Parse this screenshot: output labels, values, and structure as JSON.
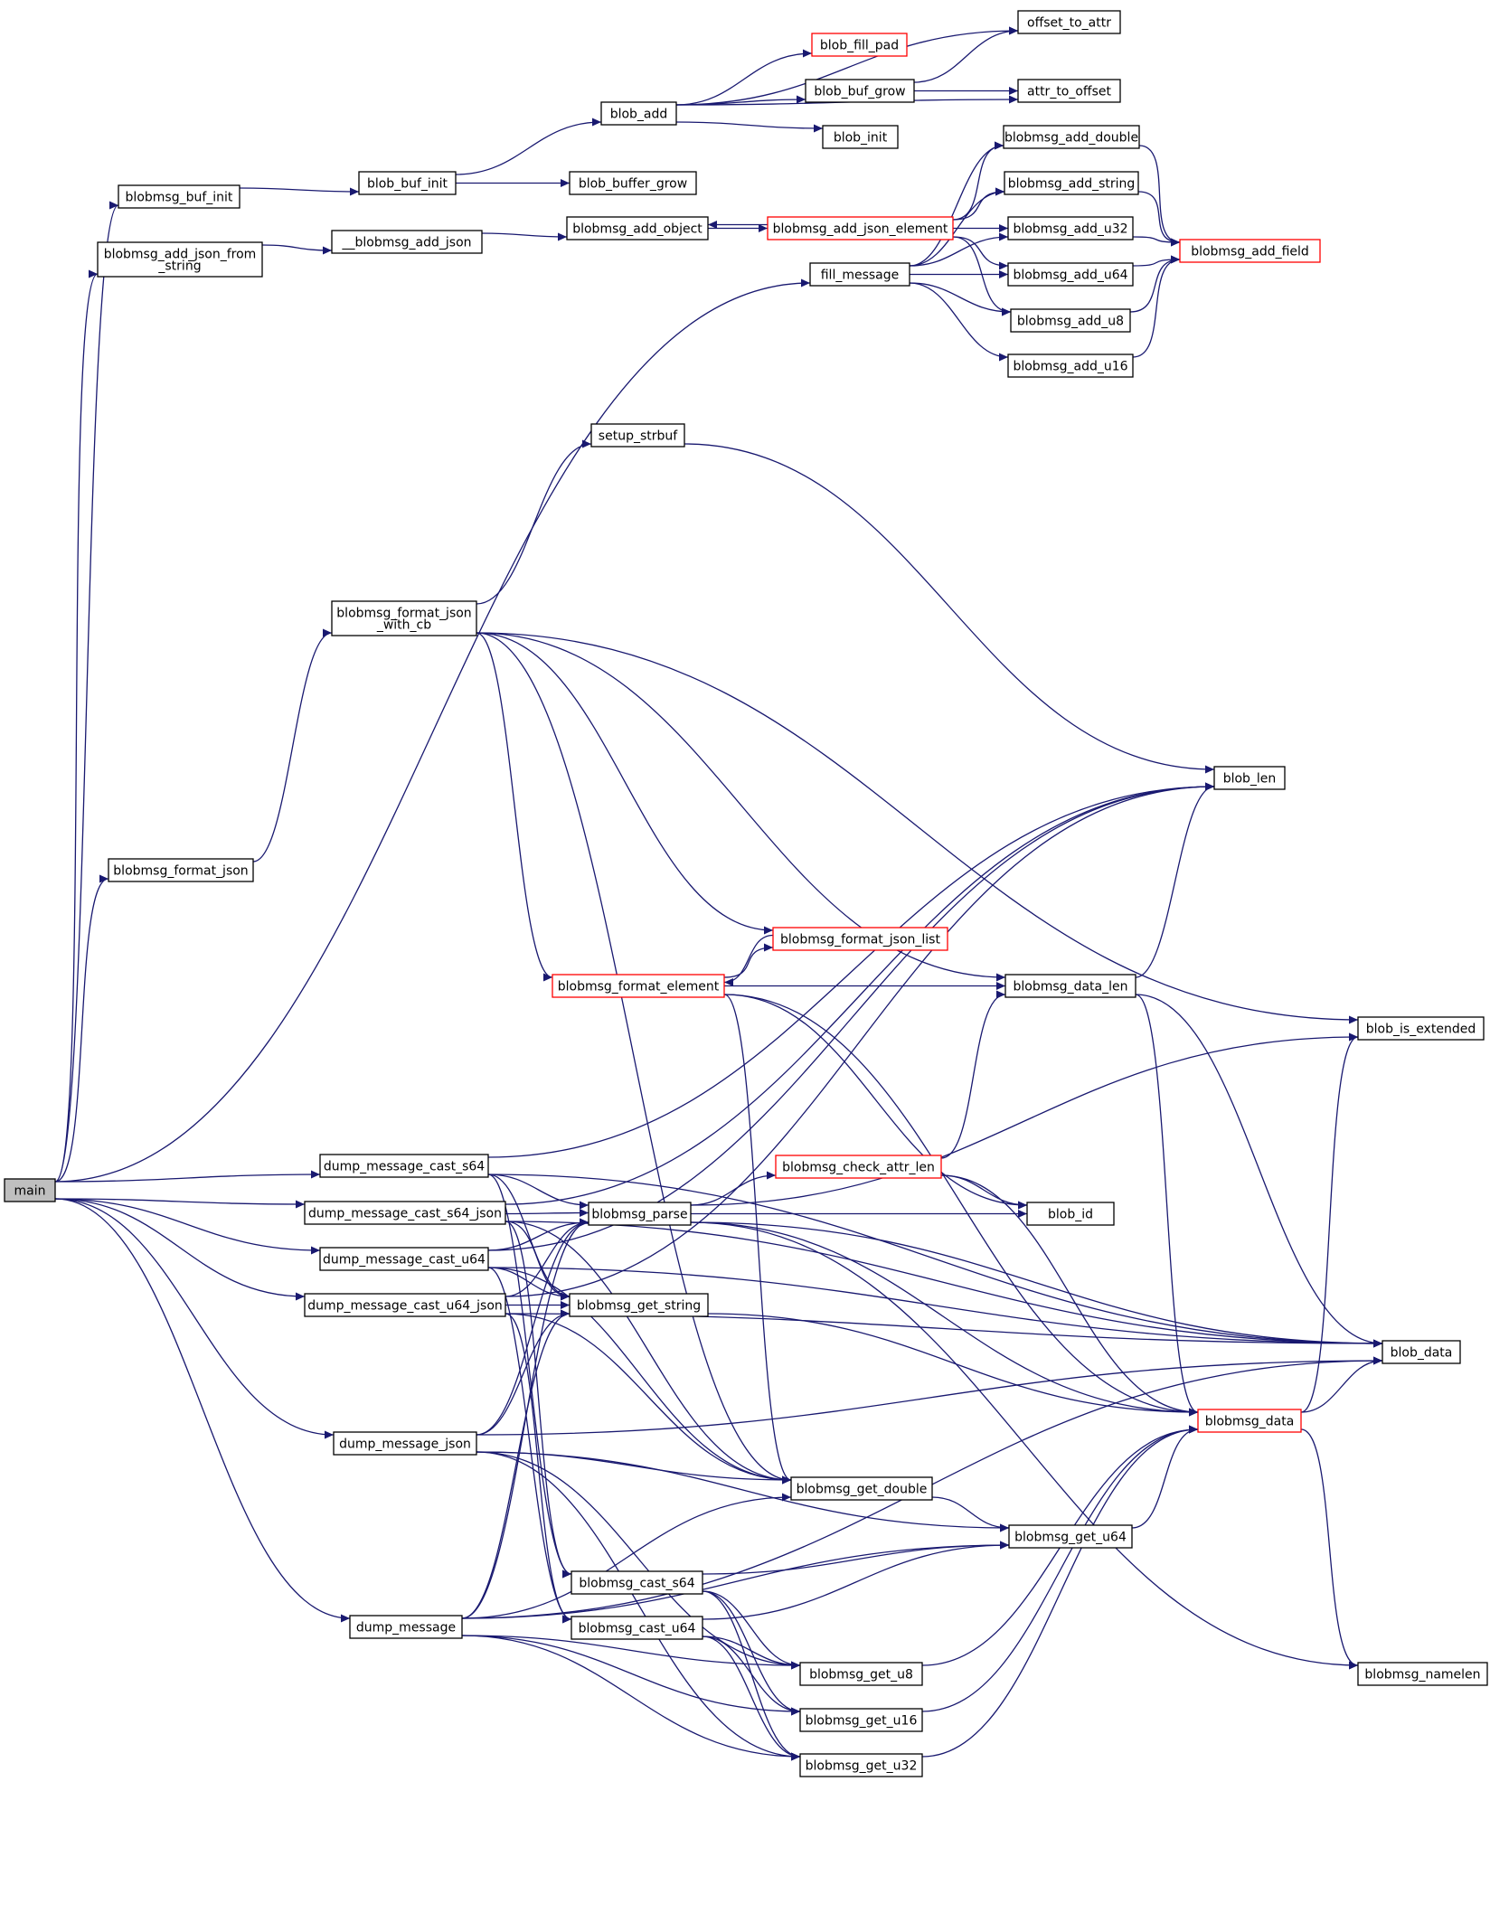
{
  "diagram": {
    "type": "call-graph",
    "edge_color": "#191970",
    "highlight_node_fill": "#bfbfbf",
    "truncated_node_border": "#ff0000",
    "nodes": [
      {
        "id": "main",
        "lines": [
          "main"
        ],
        "style": "root"
      },
      {
        "id": "blobmsg_buf_init",
        "lines": [
          "blobmsg_buf_init"
        ]
      },
      {
        "id": "blobmsg_add_json_from_string",
        "lines": [
          "blobmsg_add_json_from",
          "_string"
        ]
      },
      {
        "id": "blobmsg_format_json",
        "lines": [
          "blobmsg_format_json"
        ]
      },
      {
        "id": "blobmsg_format_json_with_cb",
        "lines": [
          "blobmsg_format_json",
          "_with_cb"
        ]
      },
      {
        "id": "dump_message_cast_s64",
        "lines": [
          "dump_message_cast_s64"
        ]
      },
      {
        "id": "dump_message_cast_s64_json",
        "lines": [
          "dump_message_cast_s64_json"
        ]
      },
      {
        "id": "dump_message_cast_u64",
        "lines": [
          "dump_message_cast_u64"
        ]
      },
      {
        "id": "dump_message_cast_u64_json",
        "lines": [
          "dump_message_cast_u64_json"
        ]
      },
      {
        "id": "dump_message_json",
        "lines": [
          "dump_message_json"
        ]
      },
      {
        "id": "dump_message",
        "lines": [
          "dump_message"
        ]
      },
      {
        "id": "blob_buf_init",
        "lines": [
          "blob_buf_init"
        ]
      },
      {
        "id": "__blobmsg_add_json",
        "lines": [
          "__blobmsg_add_json"
        ]
      },
      {
        "id": "blob_add",
        "lines": [
          "blob_add"
        ]
      },
      {
        "id": "blob_buffer_grow",
        "lines": [
          "blob_buffer_grow"
        ]
      },
      {
        "id": "blobmsg_add_object",
        "lines": [
          "blobmsg_add_object"
        ]
      },
      {
        "id": "setup_strbuf",
        "lines": [
          "setup_strbuf"
        ]
      },
      {
        "id": "blobmsg_format_element",
        "lines": [
          "blobmsg_format_element"
        ],
        "style": "red"
      },
      {
        "id": "blobmsg_parse",
        "lines": [
          "blobmsg_parse"
        ]
      },
      {
        "id": "blobmsg_get_string",
        "lines": [
          "blobmsg_get_string"
        ]
      },
      {
        "id": "blobmsg_cast_s64",
        "lines": [
          "blobmsg_cast_s64"
        ]
      },
      {
        "id": "blobmsg_cast_u64",
        "lines": [
          "blobmsg_cast_u64"
        ]
      },
      {
        "id": "blob_fill_pad",
        "lines": [
          "blob_fill_pad"
        ],
        "style": "red"
      },
      {
        "id": "blob_buf_grow",
        "lines": [
          "blob_buf_grow"
        ]
      },
      {
        "id": "blob_init",
        "lines": [
          "blob_init"
        ]
      },
      {
        "id": "blobmsg_add_json_element",
        "lines": [
          "blobmsg_add_json_element"
        ],
        "style": "red"
      },
      {
        "id": "fill_message",
        "lines": [
          "fill_message"
        ]
      },
      {
        "id": "blobmsg_format_json_list",
        "lines": [
          "blobmsg_format_json_list"
        ],
        "style": "red"
      },
      {
        "id": "blobmsg_check_attr_len",
        "lines": [
          "blobmsg_check_attr_len"
        ],
        "style": "red"
      },
      {
        "id": "blobmsg_get_double",
        "lines": [
          "blobmsg_get_double"
        ]
      },
      {
        "id": "blobmsg_get_u8",
        "lines": [
          "blobmsg_get_u8"
        ]
      },
      {
        "id": "blobmsg_get_u16",
        "lines": [
          "blobmsg_get_u16"
        ]
      },
      {
        "id": "blobmsg_get_u32",
        "lines": [
          "blobmsg_get_u32"
        ]
      },
      {
        "id": "offset_to_attr",
        "lines": [
          "offset_to_attr"
        ]
      },
      {
        "id": "attr_to_offset",
        "lines": [
          "attr_to_offset"
        ]
      },
      {
        "id": "blobmsg_add_double",
        "lines": [
          "blobmsg_add_double"
        ]
      },
      {
        "id": "blobmsg_add_string",
        "lines": [
          "blobmsg_add_string"
        ]
      },
      {
        "id": "blobmsg_add_u32",
        "lines": [
          "blobmsg_add_u32"
        ]
      },
      {
        "id": "blobmsg_add_u64",
        "lines": [
          "blobmsg_add_u64"
        ]
      },
      {
        "id": "blobmsg_add_u8",
        "lines": [
          "blobmsg_add_u8"
        ]
      },
      {
        "id": "blobmsg_add_u16",
        "lines": [
          "blobmsg_add_u16"
        ]
      },
      {
        "id": "blobmsg_data_len",
        "lines": [
          "blobmsg_data_len"
        ]
      },
      {
        "id": "blob_id",
        "lines": [
          "blob_id"
        ]
      },
      {
        "id": "blobmsg_get_u64",
        "lines": [
          "blobmsg_get_u64"
        ]
      },
      {
        "id": "blobmsg_add_field",
        "lines": [
          "blobmsg_add_field"
        ],
        "style": "red"
      },
      {
        "id": "blob_len",
        "lines": [
          "blob_len"
        ]
      },
      {
        "id": "blobmsg_data",
        "lines": [
          "blobmsg_data"
        ],
        "style": "red"
      },
      {
        "id": "blob_is_extended",
        "lines": [
          "blob_is_extended"
        ]
      },
      {
        "id": "blob_data",
        "lines": [
          "blob_data"
        ]
      },
      {
        "id": "blobmsg_namelen",
        "lines": [
          "blobmsg_namelen"
        ]
      }
    ],
    "edges": [
      [
        "main",
        "blobmsg_buf_init"
      ],
      [
        "main",
        "blobmsg_add_json_from_string"
      ],
      [
        "main",
        "fill_message"
      ],
      [
        "main",
        "blobmsg_format_json"
      ],
      [
        "main",
        "dump_message_cast_s64"
      ],
      [
        "main",
        "dump_message_cast_s64_json"
      ],
      [
        "main",
        "dump_message_cast_u64"
      ],
      [
        "main",
        "dump_message_cast_u64_json"
      ],
      [
        "main",
        "dump_message_json"
      ],
      [
        "main",
        "dump_message"
      ],
      [
        "blobmsg_buf_init",
        "blob_buf_init"
      ],
      [
        "blob_buf_init",
        "blob_add"
      ],
      [
        "blob_buf_init",
        "blob_buffer_grow"
      ],
      [
        "blob_add",
        "offset_to_attr"
      ],
      [
        "blob_add",
        "blob_fill_pad"
      ],
      [
        "blob_add",
        "blob_buf_grow"
      ],
      [
        "blob_add",
        "blob_init"
      ],
      [
        "blob_add",
        "attr_to_offset"
      ],
      [
        "blob_buf_grow",
        "offset_to_attr"
      ],
      [
        "blob_buf_grow",
        "attr_to_offset"
      ],
      [
        "blobmsg_add_json_from_string",
        "__blobmsg_add_json"
      ],
      [
        "__blobmsg_add_json",
        "blobmsg_add_object"
      ],
      [
        "blobmsg_add_object",
        "blobmsg_add_json_element"
      ],
      [
        "blobmsg_add_json_element",
        "blobmsg_add_object"
      ],
      [
        "blobmsg_add_json_element",
        "blobmsg_add_double"
      ],
      [
        "blobmsg_add_json_element",
        "blobmsg_add_string"
      ],
      [
        "blobmsg_add_json_element",
        "blobmsg_add_u32"
      ],
      [
        "blobmsg_add_json_element",
        "blobmsg_add_u64"
      ],
      [
        "blobmsg_add_json_element",
        "blobmsg_add_u8"
      ],
      [
        "fill_message",
        "blobmsg_add_double"
      ],
      [
        "fill_message",
        "blobmsg_add_string"
      ],
      [
        "fill_message",
        "blobmsg_add_u32"
      ],
      [
        "fill_message",
        "blobmsg_add_u64"
      ],
      [
        "fill_message",
        "blobmsg_add_u8"
      ],
      [
        "fill_message",
        "blobmsg_add_u16"
      ],
      [
        "blobmsg_add_double",
        "blobmsg_add_field"
      ],
      [
        "blobmsg_add_string",
        "blobmsg_add_field"
      ],
      [
        "blobmsg_add_u32",
        "blobmsg_add_field"
      ],
      [
        "blobmsg_add_u64",
        "blobmsg_add_field"
      ],
      [
        "blobmsg_add_u8",
        "blobmsg_add_field"
      ],
      [
        "blobmsg_add_u16",
        "blobmsg_add_field"
      ],
      [
        "blobmsg_format_json",
        "blobmsg_format_json_with_cb"
      ],
      [
        "blobmsg_format_json_with_cb",
        "setup_strbuf"
      ],
      [
        "blobmsg_format_json_with_cb",
        "blob_is_extended"
      ],
      [
        "blobmsg_format_json_with_cb",
        "blobmsg_format_element"
      ],
      [
        "blobmsg_format_json_with_cb",
        "blobmsg_format_json_list"
      ],
      [
        "blobmsg_format_json_with_cb",
        "blobmsg_data_len"
      ],
      [
        "blobmsg_format_json_with_cb",
        "blobmsg_get_double"
      ],
      [
        "setup_strbuf",
        "blob_len"
      ],
      [
        "blobmsg_format_element",
        "blobmsg_format_json_list"
      ],
      [
        "blobmsg_format_json_list",
        "blobmsg_format_element"
      ],
      [
        "blobmsg_format_element",
        "blobmsg_data_len"
      ],
      [
        "blobmsg_format_element",
        "blobmsg_data"
      ],
      [
        "blobmsg_format_element",
        "blob_id"
      ],
      [
        "blobmsg_format_element",
        "blobmsg_get_double"
      ],
      [
        "blobmsg_data_len",
        "blob_len"
      ],
      [
        "blobmsg_data_len",
        "blobmsg_data"
      ],
      [
        "blobmsg_data_len",
        "blob_data"
      ],
      [
        "dump_message_cast_s64",
        "blob_len"
      ],
      [
        "dump_message_cast_s64",
        "blob_data"
      ],
      [
        "dump_message_cast_s64",
        "blobmsg_parse"
      ],
      [
        "dump_message_cast_s64",
        "blobmsg_get_string"
      ],
      [
        "dump_message_cast_s64",
        "blobmsg_cast_s64"
      ],
      [
        "dump_message_cast_s64_json",
        "blob_len"
      ],
      [
        "dump_message_cast_s64_json",
        "blob_data"
      ],
      [
        "dump_message_cast_s64_json",
        "blobmsg_parse"
      ],
      [
        "dump_message_cast_s64_json",
        "blobmsg_get_string"
      ],
      [
        "dump_message_cast_s64_json",
        "blobmsg_get_double"
      ],
      [
        "dump_message_cast_s64_json",
        "blobmsg_cast_s64"
      ],
      [
        "dump_message_cast_u64",
        "blob_len"
      ],
      [
        "dump_message_cast_u64",
        "blob_data"
      ],
      [
        "dump_message_cast_u64",
        "blobmsg_parse"
      ],
      [
        "dump_message_cast_u64",
        "blobmsg_get_string"
      ],
      [
        "dump_message_cast_u64",
        "blobmsg_get_double"
      ],
      [
        "dump_message_cast_u64",
        "blobmsg_cast_u64"
      ],
      [
        "dump_message_cast_u64_json",
        "blob_len"
      ],
      [
        "dump_message_cast_u64_json",
        "blobmsg_parse"
      ],
      [
        "dump_message_cast_u64_json",
        "blobmsg_get_string"
      ],
      [
        "dump_message_cast_u64_json",
        "blobmsg_get_double"
      ],
      [
        "dump_message_cast_u64_json",
        "blobmsg_cast_u64"
      ],
      [
        "dump_message_cast_u64_json",
        "blob_data"
      ],
      [
        "dump_message_json",
        "blobmsg_parse"
      ],
      [
        "dump_message_json",
        "blobmsg_get_string"
      ],
      [
        "dump_message_json",
        "blobmsg_get_double"
      ],
      [
        "dump_message_json",
        "blobmsg_get_u64"
      ],
      [
        "dump_message_json",
        "blobmsg_get_u8"
      ],
      [
        "dump_message_json",
        "blobmsg_get_u32"
      ],
      [
        "dump_message_json",
        "blob_data"
      ],
      [
        "dump_message",
        "blobmsg_parse"
      ],
      [
        "dump_message",
        "blobmsg_get_string"
      ],
      [
        "dump_message",
        "blobmsg_get_double"
      ],
      [
        "dump_message",
        "blobmsg_get_u64"
      ],
      [
        "dump_message",
        "blobmsg_get_u8"
      ],
      [
        "dump_message",
        "blobmsg_get_u16"
      ],
      [
        "dump_message",
        "blobmsg_get_u32"
      ],
      [
        "dump_message",
        "blob_data"
      ],
      [
        "blobmsg_parse",
        "blobmsg_check_attr_len"
      ],
      [
        "blobmsg_parse",
        "blob_id"
      ],
      [
        "blobmsg_parse",
        "blob_is_extended"
      ],
      [
        "blobmsg_parse",
        "blobmsg_data"
      ],
      [
        "blobmsg_parse",
        "blob_data"
      ],
      [
        "blobmsg_parse",
        "blobmsg_namelen"
      ],
      [
        "blobmsg_check_attr_len",
        "blobmsg_data_len"
      ],
      [
        "blobmsg_check_attr_len",
        "blob_id"
      ],
      [
        "blobmsg_check_attr_len",
        "blobmsg_data"
      ],
      [
        "blobmsg_get_string",
        "blobmsg_data"
      ],
      [
        "blobmsg_get_double",
        "blobmsg_get_u64"
      ],
      [
        "blobmsg_cast_s64",
        "blobmsg_get_u64"
      ],
      [
        "blobmsg_cast_s64",
        "blobmsg_get_u8"
      ],
      [
        "blobmsg_cast_s64",
        "blobmsg_get_u16"
      ],
      [
        "blobmsg_cast_s64",
        "blobmsg_get_u32"
      ],
      [
        "blobmsg_cast_u64",
        "blobmsg_get_u64"
      ],
      [
        "blobmsg_cast_u64",
        "blobmsg_get_u8"
      ],
      [
        "blobmsg_cast_u64",
        "blobmsg_get_u16"
      ],
      [
        "blobmsg_cast_u64",
        "blobmsg_get_u32"
      ],
      [
        "blobmsg_get_u64",
        "blobmsg_data"
      ],
      [
        "blobmsg_get_u8",
        "blobmsg_data"
      ],
      [
        "blobmsg_get_u16",
        "blobmsg_data"
      ],
      [
        "blobmsg_get_u32",
        "blobmsg_data"
      ],
      [
        "blobmsg_data",
        "blob_is_extended"
      ],
      [
        "blobmsg_data",
        "blob_data"
      ],
      [
        "blobmsg_data",
        "blobmsg_namelen"
      ]
    ]
  }
}
